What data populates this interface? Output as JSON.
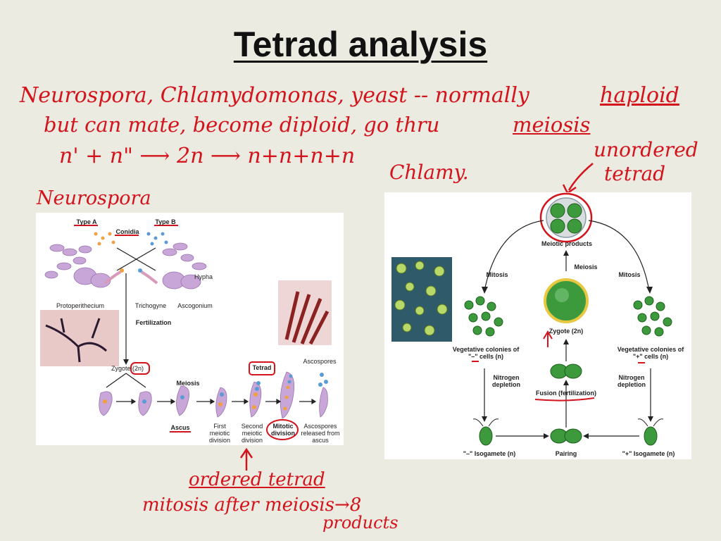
{
  "title": "Tetrad analysis",
  "notes": {
    "line1a": "Neurospora, Chlamydomonas, yeast -- normally",
    "line1b": "haploid",
    "line2a": "but can mate, become diploid, go thru",
    "line2b": "meiosis",
    "line3": "n' + n\" ⟶ 2n ⟶ n+n+n+n",
    "chlamy": "Chlamy.",
    "unordered1": "unordered",
    "unordered2": "tetrad",
    "neurospora": "Neurospora",
    "ordered": "ordered tetrad",
    "mitosis_after": "mitosis after meiosis→8",
    "products": "products"
  },
  "neurospora_fig": {
    "type_a": "Type A",
    "conidia": "Conidia",
    "type_b": "Type B",
    "hypha": "Hypha",
    "protoperithecium": "Protoperithecium",
    "trichogyne": "Trichogyne",
    "ascogonium": "Ascogonium",
    "fertilization": "Fertilization",
    "zygote": "Zygote (2n)",
    "meiosis": "Meiosis",
    "tetrad": "Tetrad",
    "ascospores": "Ascospores",
    "ascus": "Ascus",
    "first_meiotic": "First meiotic division",
    "second_meiotic": "Second meiotic division",
    "mitotic_division": "Mitotic division",
    "ascospores_released": "Ascospores released from ascus"
  },
  "chlamy_fig": {
    "meiotic_products": "Meiotic products",
    "mitosis_left": "Mitosis",
    "meiosis": "Meiosis",
    "mitosis_right": "Mitosis",
    "zygote": "Zygote (2n)",
    "veg_minus": "Vegetative colonies of \"–\" cells (n)",
    "veg_plus": "Vegetative colonies of \"+\" cells (n)",
    "nitrogen_left": "Nitrogen depletion",
    "nitrogen_right": "Nitrogen depletion",
    "fusion": "Fusion (fertilization)",
    "iso_minus": "\"–\" Isogamete (n)",
    "pairing": "Pairing",
    "iso_plus": "\"+\" Isogamete (n)"
  },
  "colors": {
    "handwriting": "#d4141c",
    "background": "#ecebe1",
    "cell_green": "#3c9a3c",
    "neurospora_purple": "#c9a6d8"
  }
}
